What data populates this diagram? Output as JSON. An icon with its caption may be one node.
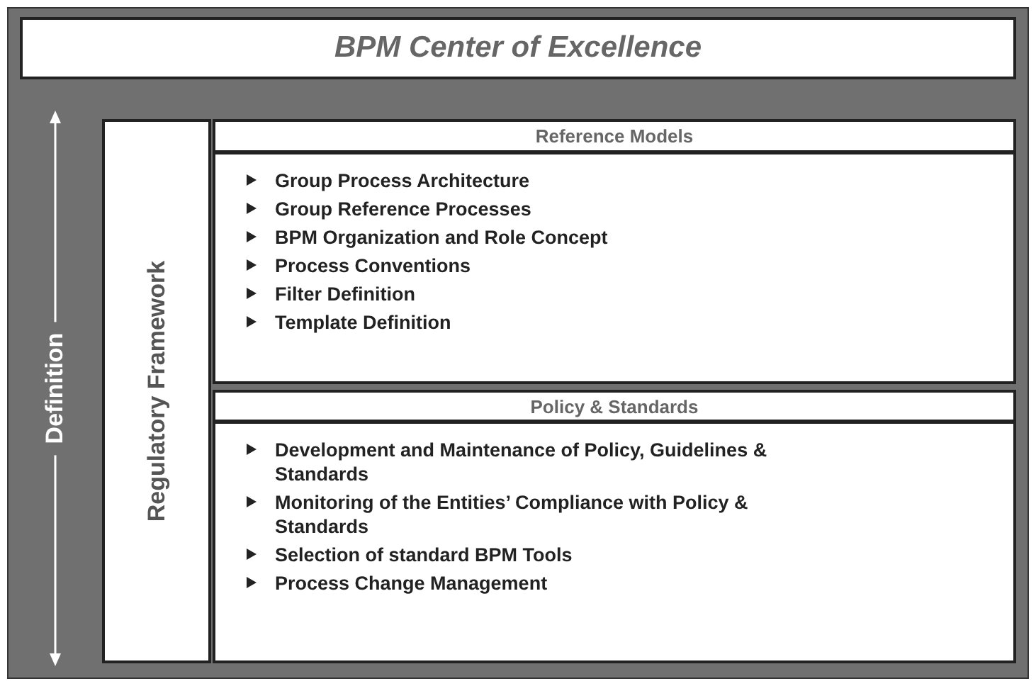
{
  "diagram": {
    "nodes": [
      {
        "text": [
          "BPM Center of Excellence"
        ]
      },
      {
        "text": [
          "Regulatory Framework"
        ]
      },
      {
        "text": [
          "Reference Models"
        ]
      },
      {
        "text": [
          "Group Process Architecture",
          "Group Reference Processes",
          "BPM Organization and Role Concept",
          "Process Conventions",
          "Filter Definition",
          "Template Definition"
        ]
      },
      {
        "text": [
          "Policy & Standards"
        ]
      },
      {
        "text": [
          "Development and Maintenance of Policy, Guidelines & Standards",
          "Monitoring of the Entities’ Compliance with Policy & Standards",
          "Selection of standard BPM Tools",
          "Process Change Management"
        ]
      }
    ],
    "edges": [],
    "labels": [
      "Definition"
    ]
  }
}
